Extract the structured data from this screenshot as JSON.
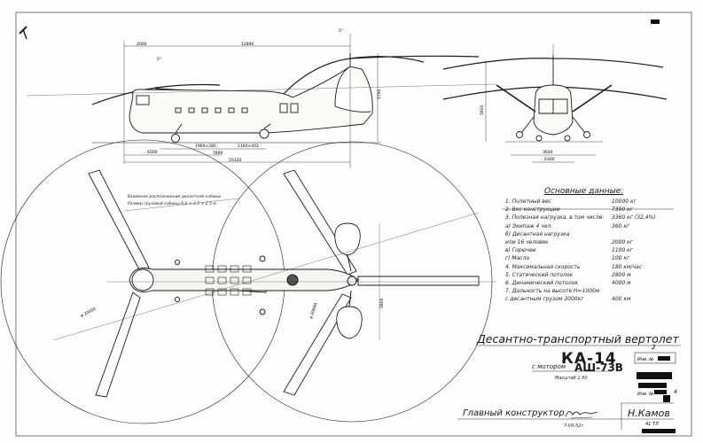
{
  "specs": {
    "title": "Основные данные:",
    "rows": [
      {
        "label": "1. Полетный вес",
        "value": "10000 кг"
      },
      {
        "label": "2. Вес конструкции",
        "value": "7390 кг"
      },
      {
        "label": "3. Полезная нагрузка, в том числе:",
        "value": "3360 кг (32,4%)"
      },
      {
        "label": "   а) Экипаж 4 чел.",
        "value": "360 кг"
      },
      {
        "label": "   б) Десантная нагрузка",
        "value": ""
      },
      {
        "label": "      или 16 человек",
        "value": "2000 кг"
      },
      {
        "label": "   в) Горючее",
        "value": "1100 кг"
      },
      {
        "label": "   г) Масло",
        "value": "100 кг"
      },
      {
        "label": "4. Максимальная скорость",
        "value": "180 км/час"
      },
      {
        "label": "5. Статический потолок",
        "value": "2800 м"
      },
      {
        "label": "6. Динамический потолок",
        "value": "4000 м"
      },
      {
        "label": "7. Дальность на высоте H=1000м",
        "value": ""
      },
      {
        "label": "   с десантным грузом 2000кг",
        "value": "400 км"
      }
    ]
  },
  "title_block": {
    "title": "Десантно-транспортный вертолет",
    "model": "КА-14",
    "engine_prefix": "с мотором",
    "engine": "АШ-73В",
    "scale": "Масштаб 1:50",
    "designer_label": "Главный конструктор",
    "designer_name": "Н.Камов",
    "date": "7-VII-52г."
  },
  "notes": {
    "line1": "Взаимное расположение десантной кабины",
    "line2": "Размер грузовой кабины 6,0 × 2,5 × 2,5 м"
  },
  "dimensions": {
    "overall_height": "5790",
    "length_upper": "12890",
    "offset_left": "2000",
    "fuselage_length": "20320",
    "wheelbase": "7890",
    "nose_offset": "6500",
    "wheel1": "1960×280",
    "wheel2": "1160×402",
    "front_height": "5800",
    "front_track_inner": "3600",
    "front_width": "6300",
    "rotor_diameter_left": "ø 20000",
    "rotor_diameter_right": "ø 20000",
    "plan_tail_span": "5800",
    "rotor_tilt": "5°"
  },
  "stamps": {
    "inv_label": "Инв. №",
    "inv2": "Инв. №",
    "sheet_ref": "2",
    "sheet_no": "4",
    "marks": "41 ТЛ"
  }
}
